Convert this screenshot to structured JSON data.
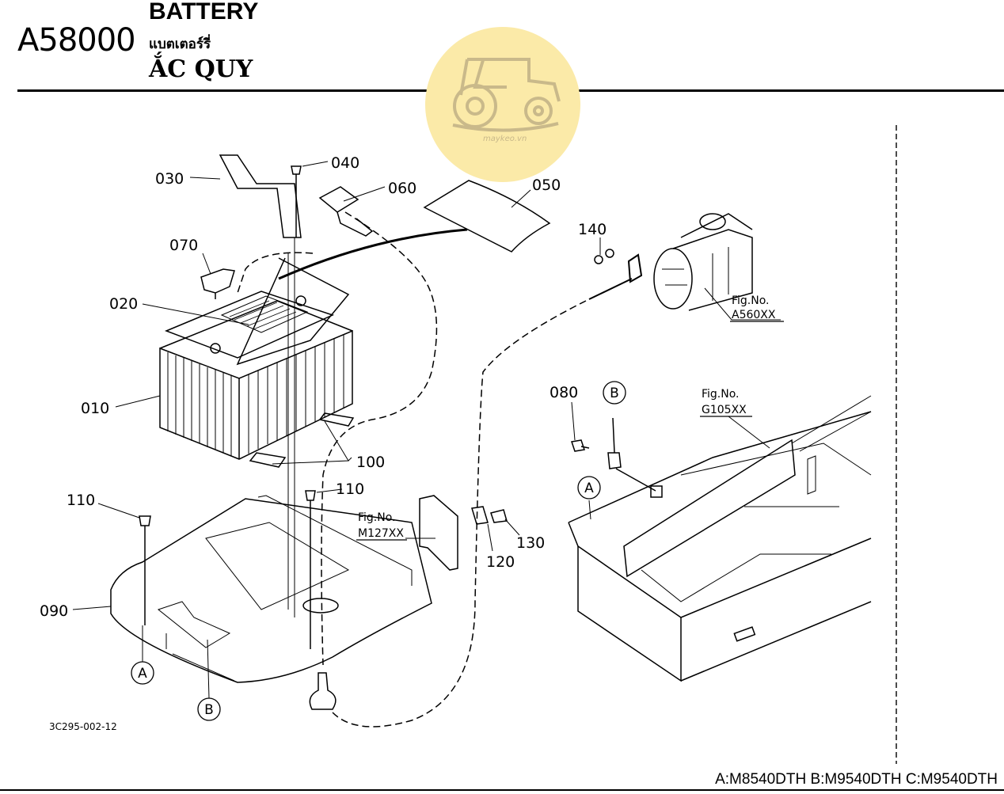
{
  "header": {
    "code": "A58000",
    "title_en": "BATTERY",
    "title_th": "แบตเตอร์รี่",
    "title_vi": "ẮC QUY"
  },
  "watermark": {
    "text": "maykeo.vn",
    "icon": "tractor-icon",
    "color": "#fbeaa8"
  },
  "callouts": {
    "c010": "010",
    "c020": "020",
    "c030": "030",
    "c040": "040",
    "c050": "050",
    "c060": "060",
    "c070": "070",
    "c080": "080",
    "c090": "090",
    "c100": "100",
    "c110a": "110",
    "c110b": "110",
    "c120": "120",
    "c130": "130",
    "c140": "140"
  },
  "fig_refs": {
    "a560": {
      "label": "Fig.No.",
      "code": "A560XX"
    },
    "g105": {
      "label": "Fig.No.",
      "code": "G105XX"
    },
    "m127": {
      "label": "Fig.No.",
      "code": "M127XX"
    }
  },
  "markers": {
    "a1": "A",
    "b1": "B",
    "a2": "A",
    "b2": "B"
  },
  "drawing_number": "3C295-002-12",
  "models": "A:M8540DTH B:M9540DTH C:M9540DTH"
}
